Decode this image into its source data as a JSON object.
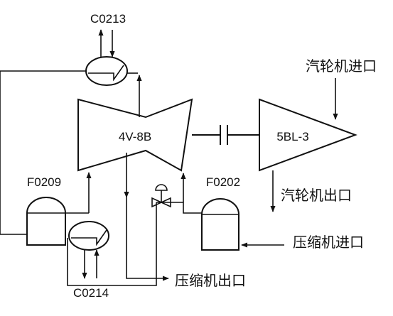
{
  "compressor": {
    "label": "4V-8B"
  },
  "turbine": {
    "label": "5BL-3"
  },
  "exchangers": {
    "top": "C0213",
    "bottom": "C0214"
  },
  "vessels": {
    "left": "F0209",
    "right": "F0202"
  },
  "ports": {
    "turbine_inlet": "汽轮机进口",
    "turbine_outlet": "汽轮机出口",
    "compressor_inlet": "压缩机进口",
    "compressor_outlet": "压缩机出口"
  }
}
